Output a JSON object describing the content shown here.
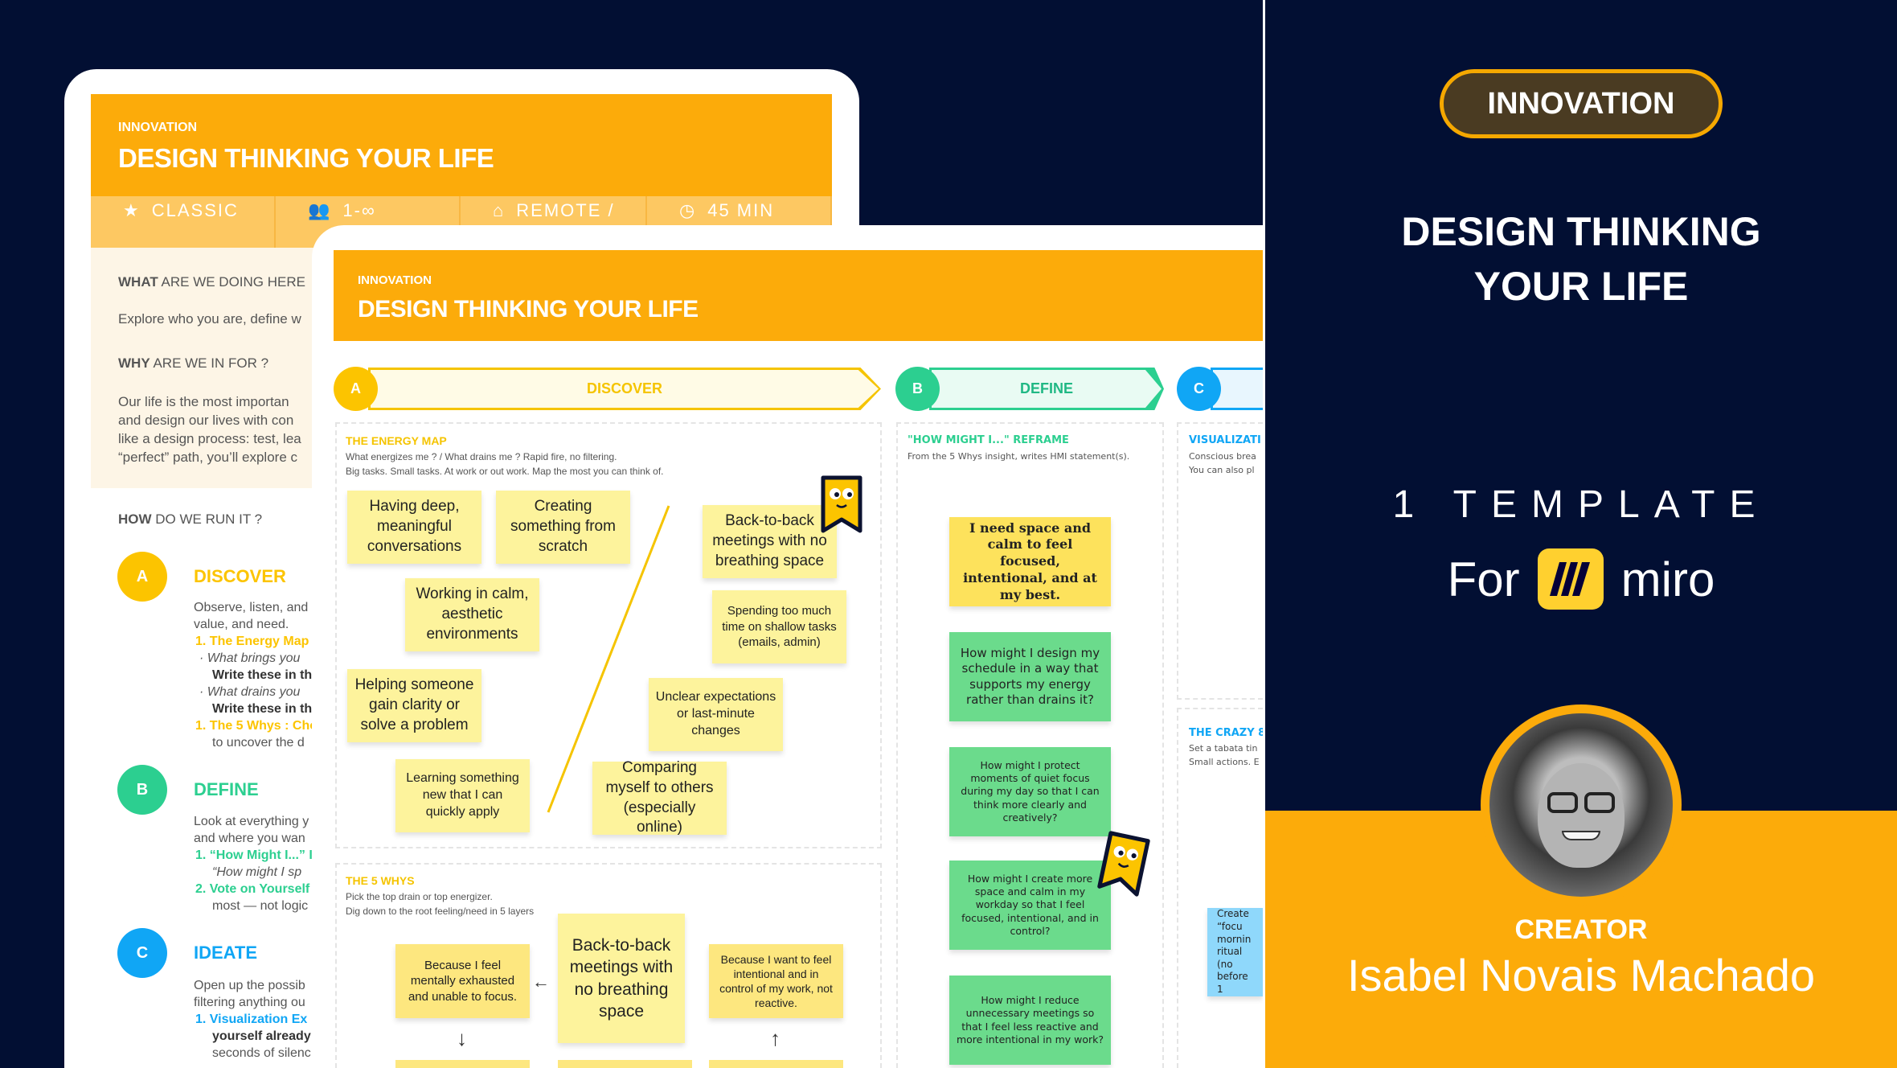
{
  "colors": {
    "background": "#020f33",
    "brand_orange": "#fcab0a",
    "discover": "#f5c400",
    "define": "#2ccf90",
    "ideate": "#10a6f5"
  },
  "back_card": {
    "category": "INNOVATION",
    "title": "DESIGN THINKING YOUR LIFE",
    "meta": [
      {
        "icon": "star-icon",
        "label": "CLASSIC"
      },
      {
        "icon": "people-icon",
        "label": "1-∞"
      },
      {
        "icon": "remote-icon",
        "label": "REMOTE /"
      },
      {
        "icon": "timer-icon",
        "label": "45 MIN"
      }
    ],
    "what_bold": "WHAT",
    "what_rest": " ARE WE DOING HERE",
    "what_text": "Explore who you are, define w",
    "why_bold": "WHY",
    "why_rest": " ARE WE IN FOR ?",
    "why_text": [
      "Our life is the most importan",
      "and design our lives with con",
      "like a design process: test, lea",
      "“perfect” path, you’ll explore c"
    ],
    "how_bold": "HOW",
    "how_rest": " DO WE RUN IT ?",
    "steps": [
      {
        "letter": "A",
        "name": "DISCOVER",
        "lines": [
          "Observe, listen, and",
          "value, and need.",
          "1. The Energy Map",
          "· What brings you",
          "Write these in th",
          "· What drains you",
          "Write these in th",
          "1. The 5 Whys : Cho",
          "to uncover the d"
        ]
      },
      {
        "letter": "B",
        "name": "DEFINE",
        "lines": [
          "Look at everything y",
          "and where you wan",
          "1. “How Might I...” I",
          "“How might I sp",
          "2. Vote on Yourself",
          "most — not logic"
        ]
      },
      {
        "letter": "C",
        "name": "IDEATE",
        "lines": [
          "Open up the possib",
          "filtering anything ou",
          "1. Visualization Ex",
          "yourself already",
          "seconds of silenc"
        ]
      }
    ]
  },
  "front_card": {
    "category": "INNOVATION",
    "title": "DESIGN THINKING YOUR LIFE",
    "phases": [
      {
        "letter": "A",
        "name": "DISCOVER"
      },
      {
        "letter": "B",
        "name": "DEFINE"
      },
      {
        "letter": "C",
        "name": ""
      }
    ],
    "energy_map": {
      "title": "THE ENERGY MAP",
      "subtitle": [
        "What energizes me ? / What drains me ? Rapid fire, no filtering.",
        "Big tasks. Small tasks. At work or out work. Map the most you can think of."
      ],
      "energizers": [
        "Having deep, meaningful conversations",
        "Creating something from scratch",
        "Working in calm, aesthetic environments",
        "Helping someone gain clarity or solve a problem",
        "Learning something new that I can quickly apply"
      ],
      "drains": [
        "Back-to-back meetings with no breathing space",
        "Spending too much time on shallow tasks (emails, admin)",
        "Unclear expectations or last-minute changes",
        "Comparing myself to others (especially online)"
      ]
    },
    "five_whys": {
      "title": "THE 5 WHYS",
      "subtitle": [
        "Pick the top drain or top energizer.",
        "Dig down to the root feeling/need in 5 layers"
      ],
      "center": "Back-to-back meetings with no breathing space",
      "left": "Because I feel mentally exhausted and unable to focus.",
      "right": "Because I want to feel intentional and in control of my work, not reactive."
    },
    "hmi": {
      "title": "\"HOW MIGHT I...\" REFRAME",
      "subtitle": "From the 5 Whys insight, writes HMI statement(s).",
      "need": "I need space and calm to feel focused, intentional, and at my best.",
      "statements": [
        "How might I design my schedule in a way that supports my energy rather than drains it?",
        "How might I protect moments of quiet focus during my day so that I can think more clearly and creatively?",
        "How might I create more space and calm in my workday so that I feel focused, intentional, and in control?",
        "How might I reduce unnecessary meetings so that I feel less reactive and more intentional in my work?"
      ]
    },
    "visualization": {
      "title": "VISUALIZATI",
      "subtitle": [
        "Conscious brea",
        "You can also pl"
      ]
    },
    "crazy8": {
      "title": "THE CRAZY 8",
      "subtitle": [
        "Set a tabata tin",
        "Small actions. E"
      ],
      "sticky": "Create “focu mornin ritual (no before 1"
    }
  },
  "promo": {
    "badge": "INNOVATION",
    "title_lines": [
      "DESIGN THINKING",
      "YOUR LIFE"
    ],
    "template_line": "1 TEMPLATE",
    "for": "For",
    "brand": "miro",
    "creator_label": "CREATOR",
    "creator_name": "Isabel Novais Machado"
  }
}
